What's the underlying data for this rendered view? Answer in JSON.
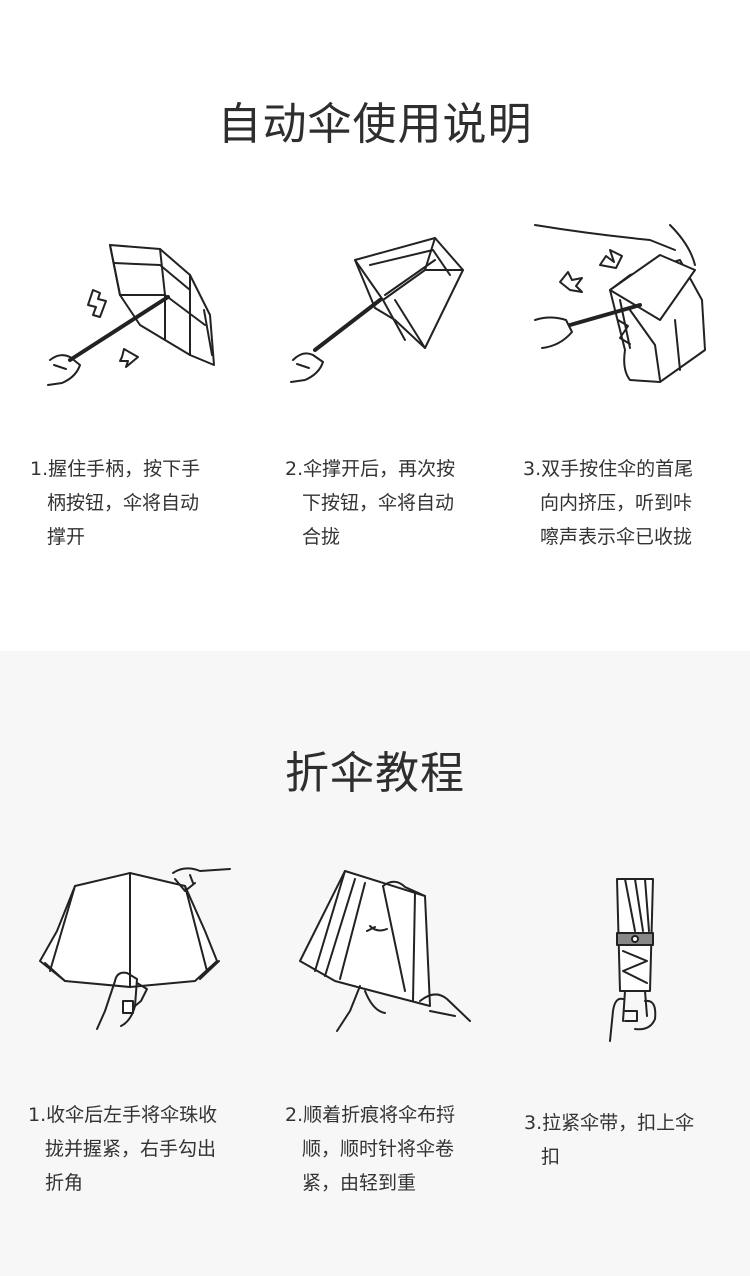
{
  "auto_section": {
    "title": "自动伞使用说明",
    "steps": [
      {
        "lines": [
          "1.握住手柄，按下手",
          "柄按钮，伞将自动",
          "撑开"
        ]
      },
      {
        "lines": [
          "2.伞撑开后，再次按",
          "下按钮，伞将自动",
          "合拢"
        ]
      },
      {
        "lines": [
          "3.双手按住伞的首尾",
          "向内挤压，听到咔",
          "嚓声表示伞已收拢"
        ]
      }
    ]
  },
  "fold_section": {
    "title": "折伞教程",
    "steps": [
      {
        "lines": [
          "1.收伞后左手将伞珠收",
          "拢并握紧，右手勾出",
          "折角"
        ]
      },
      {
        "lines": [
          "2.顺着折痕将伞布捋",
          "顺，顺时针将伞卷",
          "紧，由轻到重"
        ]
      },
      {
        "lines": [
          "3.拉紧伞带，扣上伞",
          "扣"
        ]
      }
    ]
  }
}
